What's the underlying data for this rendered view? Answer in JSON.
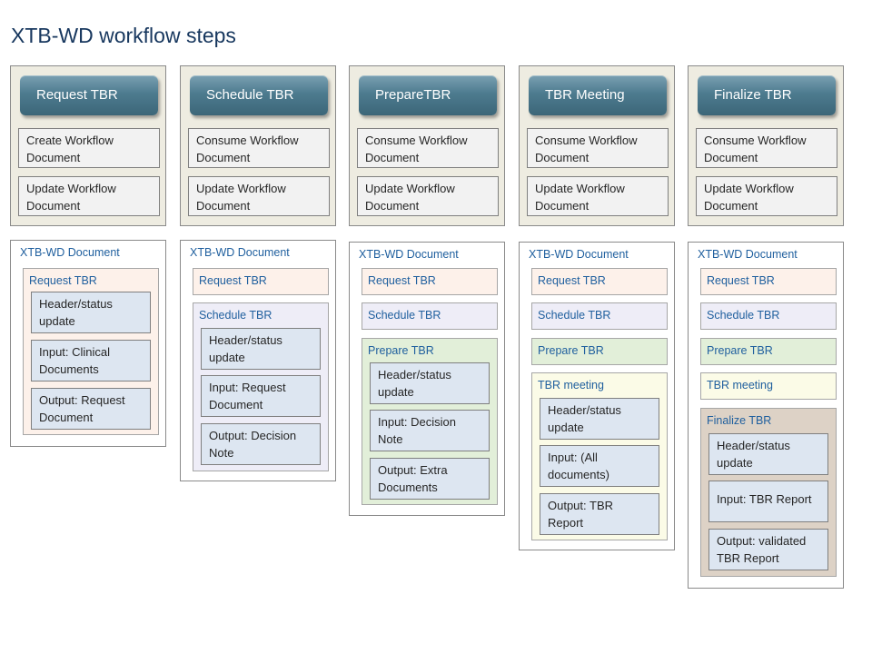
{
  "page": {
    "title": "XTB-WD workflow steps"
  },
  "steps": [
    {
      "label": "Request TBR",
      "workflow": [
        "Create Workflow Document",
        "Update Workflow Document"
      ],
      "doc_title": "XTB-WD Document",
      "sections": [
        {
          "label": "Request TBR",
          "items": [
            "Header/status update",
            "Input: Clinical Documents",
            "Output: Request Document"
          ]
        }
      ]
    },
    {
      "label": "Schedule TBR",
      "workflow": [
        "Consume Workflow Document",
        "Update Workflow Document"
      ],
      "doc_title": "XTB-WD Document",
      "sections": [
        {
          "label": "Request TBR",
          "items": []
        },
        {
          "label": "Schedule TBR",
          "items": [
            "Header/status update",
            "Input: Request Document",
            "Output: Decision Note"
          ]
        }
      ]
    },
    {
      "label": "PrepareTBR",
      "workflow": [
        "Consume Workflow Document",
        "Update Workflow Document"
      ],
      "doc_title": "XTB-WD Document",
      "sections": [
        {
          "label": "Request TBR",
          "items": []
        },
        {
          "label": "Schedule TBR",
          "items": []
        },
        {
          "label": "Prepare TBR",
          "items": [
            "Header/status update",
            "Input: Decision Note",
            "Output: Extra Documents"
          ]
        }
      ]
    },
    {
      "label": "TBR Meeting",
      "workflow": [
        "Consume Workflow Document",
        "Update Workflow Document"
      ],
      "doc_title": "XTB-WD Document",
      "sections": [
        {
          "label": "Request TBR",
          "items": []
        },
        {
          "label": "Schedule TBR",
          "items": []
        },
        {
          "label": "Prepare TBR",
          "items": []
        },
        {
          "label": "TBR meeting",
          "items": [
            "Header/status update",
            "Input: (All documents)",
            "Output: TBR Report"
          ]
        }
      ]
    },
    {
      "label": "Finalize TBR",
      "workflow": [
        "Consume Workflow Document",
        "Update Workflow Document"
      ],
      "doc_title": "XTB-WD Document",
      "sections": [
        {
          "label": "Request TBR",
          "items": []
        },
        {
          "label": "Schedule TBR",
          "items": []
        },
        {
          "label": "Prepare TBR",
          "items": []
        },
        {
          "label": "TBR meeting",
          "items": []
        },
        {
          "label": "Finalize TBR",
          "items": [
            "Header/status update",
            "Input: TBR Report",
            "Output: validated TBR Report"
          ]
        }
      ]
    }
  ],
  "colors": {
    "step_button": "#4d7b8f",
    "panel_bg": "#eeece1",
    "title_text": "#17375e",
    "label_text": "#1f5f9e",
    "request_section": "#fdf1ea",
    "schedule_section": "#eeedf7",
    "prepare_section": "#e2efd9",
    "meeting_section": "#fbfbe7",
    "finalize_section": "#ddd2c6",
    "item_bg": "#dde6f1"
  }
}
